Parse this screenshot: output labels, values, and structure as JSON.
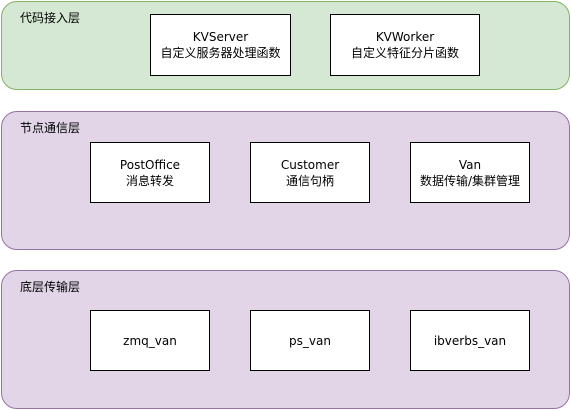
{
  "layers": [
    {
      "title": "代码接入层",
      "boxes": [
        {
          "line1": "KVServer",
          "line2": "自定义服务器处理函数"
        },
        {
          "line1": "KVWorker",
          "line2": "自定义特征分片函数"
        }
      ]
    },
    {
      "title": "节点通信层",
      "boxes": [
        {
          "line1": "PostOffice",
          "line2": "消息转发"
        },
        {
          "line1": "Customer",
          "line2": "通信句柄"
        },
        {
          "line1": "Van",
          "line2": "数据传输/集群管理"
        }
      ]
    },
    {
      "title": "底层传输层",
      "boxes": [
        {
          "line1": "zmq_van"
        },
        {
          "line1": "ps_van"
        },
        {
          "line1": "ibverbs_van"
        }
      ]
    }
  ],
  "colors": {
    "layer1_fill": "#d5e8d4",
    "layer1_stroke": "#82b366",
    "layer2_fill": "#e1d5e7",
    "layer2_stroke": "#9673a6"
  }
}
